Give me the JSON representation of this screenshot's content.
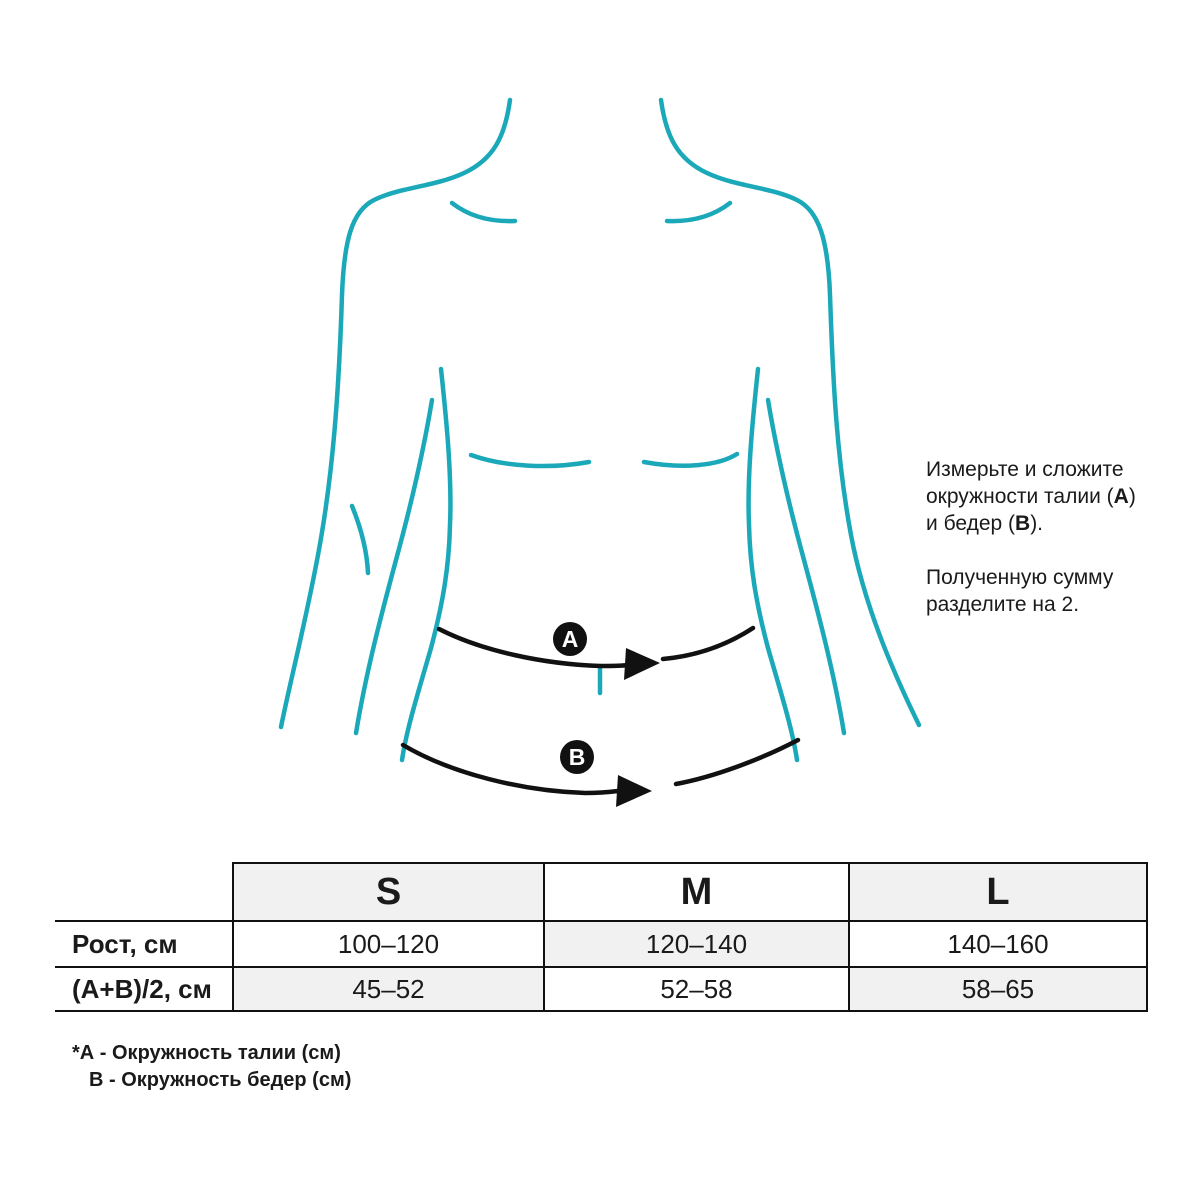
{
  "instructions": {
    "para1": {
      "line1": "Измерьте и сложите",
      "line2_pre": "окружности талии (",
      "line2_bold": "А",
      "line2_post": ")",
      "line3_pre": "и бедер (",
      "line3_bold": "В",
      "line3_post": ")."
    },
    "para2": {
      "line1": "Полученную сумму",
      "line2": "разделите на 2."
    }
  },
  "diagram": {
    "marker_a": "A",
    "marker_b": "B"
  },
  "table": {
    "col_headers": [
      "S",
      "M",
      "L"
    ],
    "rows": [
      {
        "label": "Рост, см",
        "values": [
          "100–120",
          "120–140",
          "140–160"
        ]
      },
      {
        "label": "(A+B)/2, см",
        "values": [
          "45–52",
          "52–58",
          "58–65"
        ]
      }
    ]
  },
  "footnotes": {
    "a": "*А - Окружность талии (см)",
    "b": "В - Окружность бедер (см)"
  },
  "colors": {
    "outline": "#1ba9b9",
    "ink": "#111111",
    "shade": "#f1f1f1"
  }
}
